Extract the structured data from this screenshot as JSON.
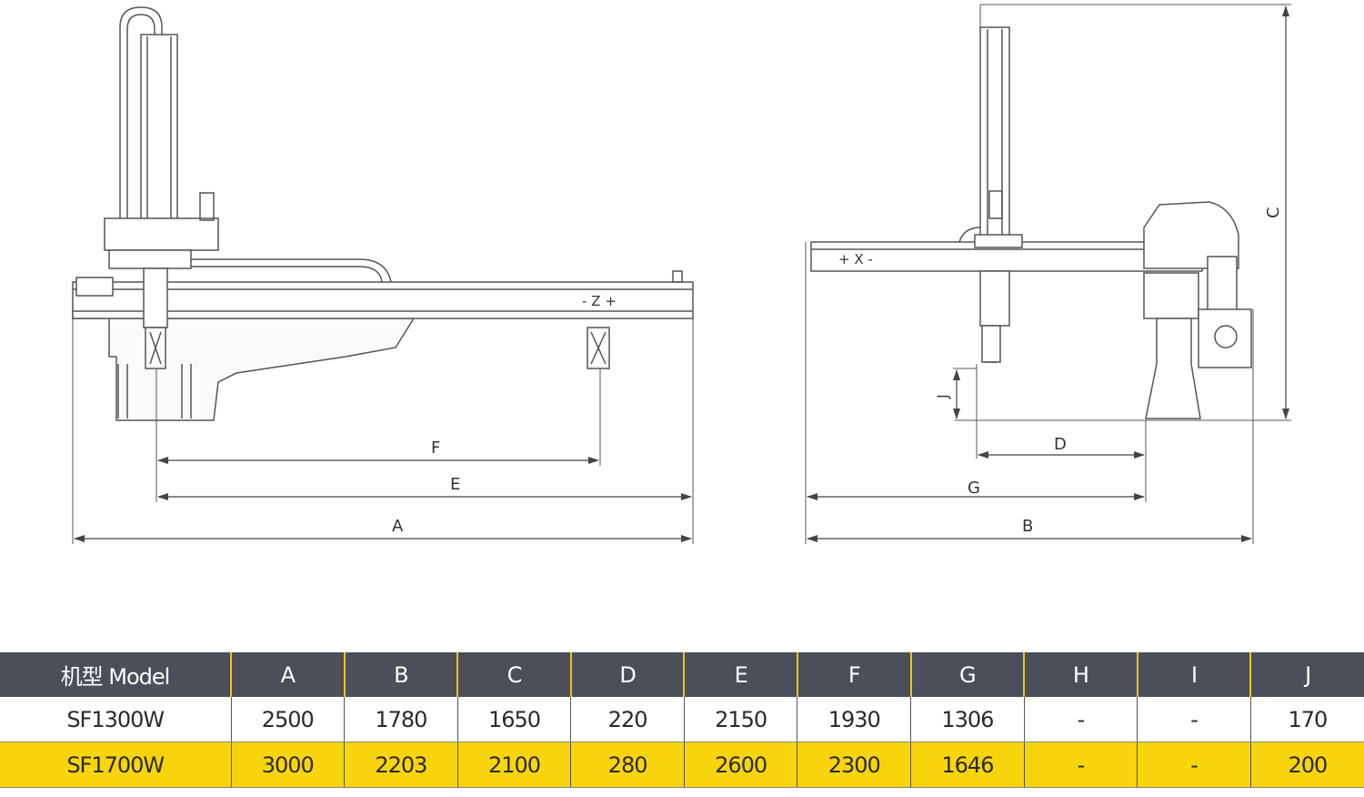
{
  "drawing": {
    "left_view": {
      "axis_label": "- Z +",
      "dimensions": {
        "F": "F",
        "E": "E",
        "A": "A"
      }
    },
    "right_view": {
      "axis_label": "+ X -",
      "dimensions": {
        "C": "C",
        "J": "J",
        "D": "D",
        "G": "G",
        "B": "B"
      }
    },
    "line_color": "#555555"
  },
  "table": {
    "header": [
      "机型 Model",
      "A",
      "B",
      "C",
      "D",
      "E",
      "F",
      "G",
      "H",
      "I",
      "J"
    ],
    "rows": [
      [
        "SF1300W",
        "2500",
        "1780",
        "1650",
        "220",
        "2150",
        "1930",
        "1306",
        "-",
        "-",
        "170"
      ],
      [
        "SF1700W",
        "3000",
        "2203",
        "2100",
        "280",
        "2600",
        "2300",
        "1646",
        "-",
        "-",
        "200"
      ]
    ],
    "header_color": "#4a4f5a",
    "highlight_color": "#f7d40c"
  }
}
